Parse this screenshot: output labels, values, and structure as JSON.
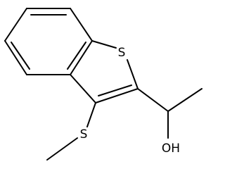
{
  "molecule": {
    "atoms": {
      "ring_sulfur": "S",
      "thioether_sulfur": "S",
      "hydroxyl": "OH"
    },
    "colors": {
      "bond": "#000000",
      "label": "#000000",
      "background": "#ffffff"
    }
  }
}
